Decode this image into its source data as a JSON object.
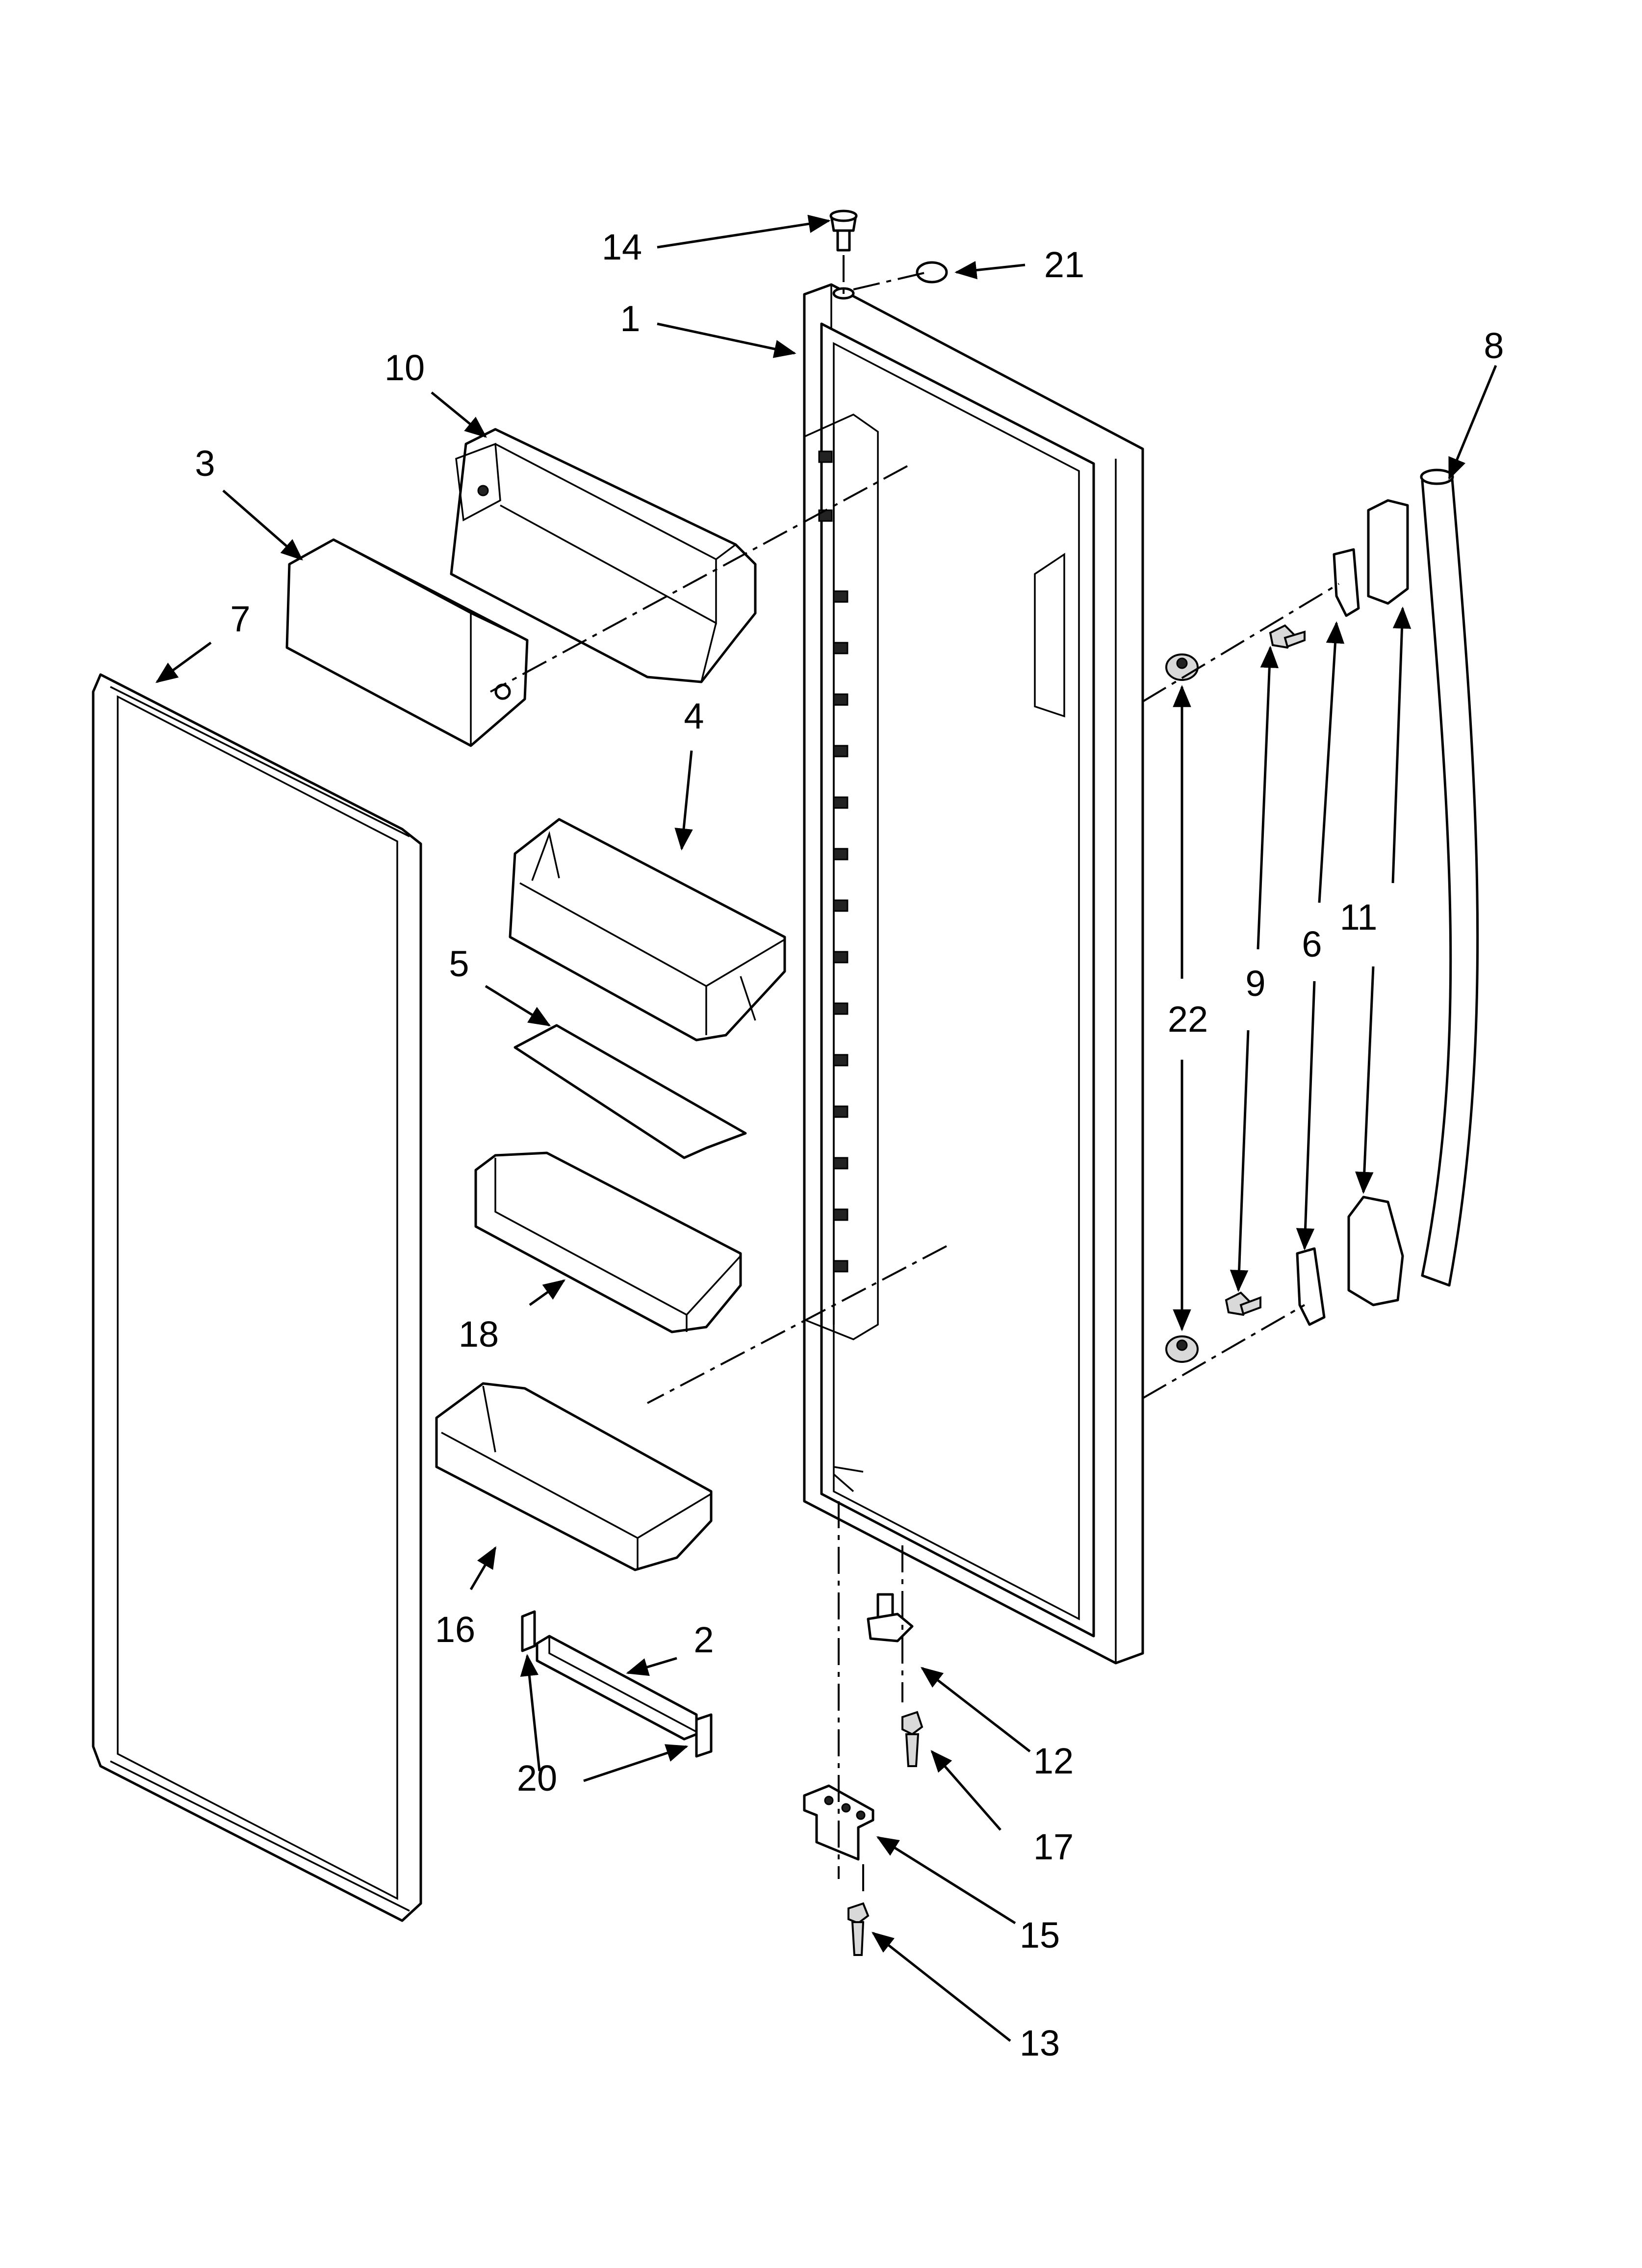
{
  "diagram": {
    "type": "exploded-parts",
    "callouts": [
      {
        "id": "c1",
        "label": "1"
      },
      {
        "id": "c2",
        "label": "2"
      },
      {
        "id": "c3",
        "label": "3"
      },
      {
        "id": "c4",
        "label": "4"
      },
      {
        "id": "c5",
        "label": "5"
      },
      {
        "id": "c6",
        "label": "6"
      },
      {
        "id": "c7",
        "label": "7"
      },
      {
        "id": "c8",
        "label": "8"
      },
      {
        "id": "c9",
        "label": "9"
      },
      {
        "id": "c10",
        "label": "10"
      },
      {
        "id": "c11",
        "label": "11"
      },
      {
        "id": "c12",
        "label": "12"
      },
      {
        "id": "c13",
        "label": "13"
      },
      {
        "id": "c14",
        "label": "14"
      },
      {
        "id": "c15",
        "label": "15"
      },
      {
        "id": "c16",
        "label": "16"
      },
      {
        "id": "c17",
        "label": "17"
      },
      {
        "id": "c18",
        "label": "18"
      },
      {
        "id": "c20",
        "label": "20"
      },
      {
        "id": "c21",
        "label": "21"
      },
      {
        "id": "c22",
        "label": "22"
      }
    ]
  },
  "colors": {
    "line": "#000000",
    "background": "#ffffff"
  }
}
